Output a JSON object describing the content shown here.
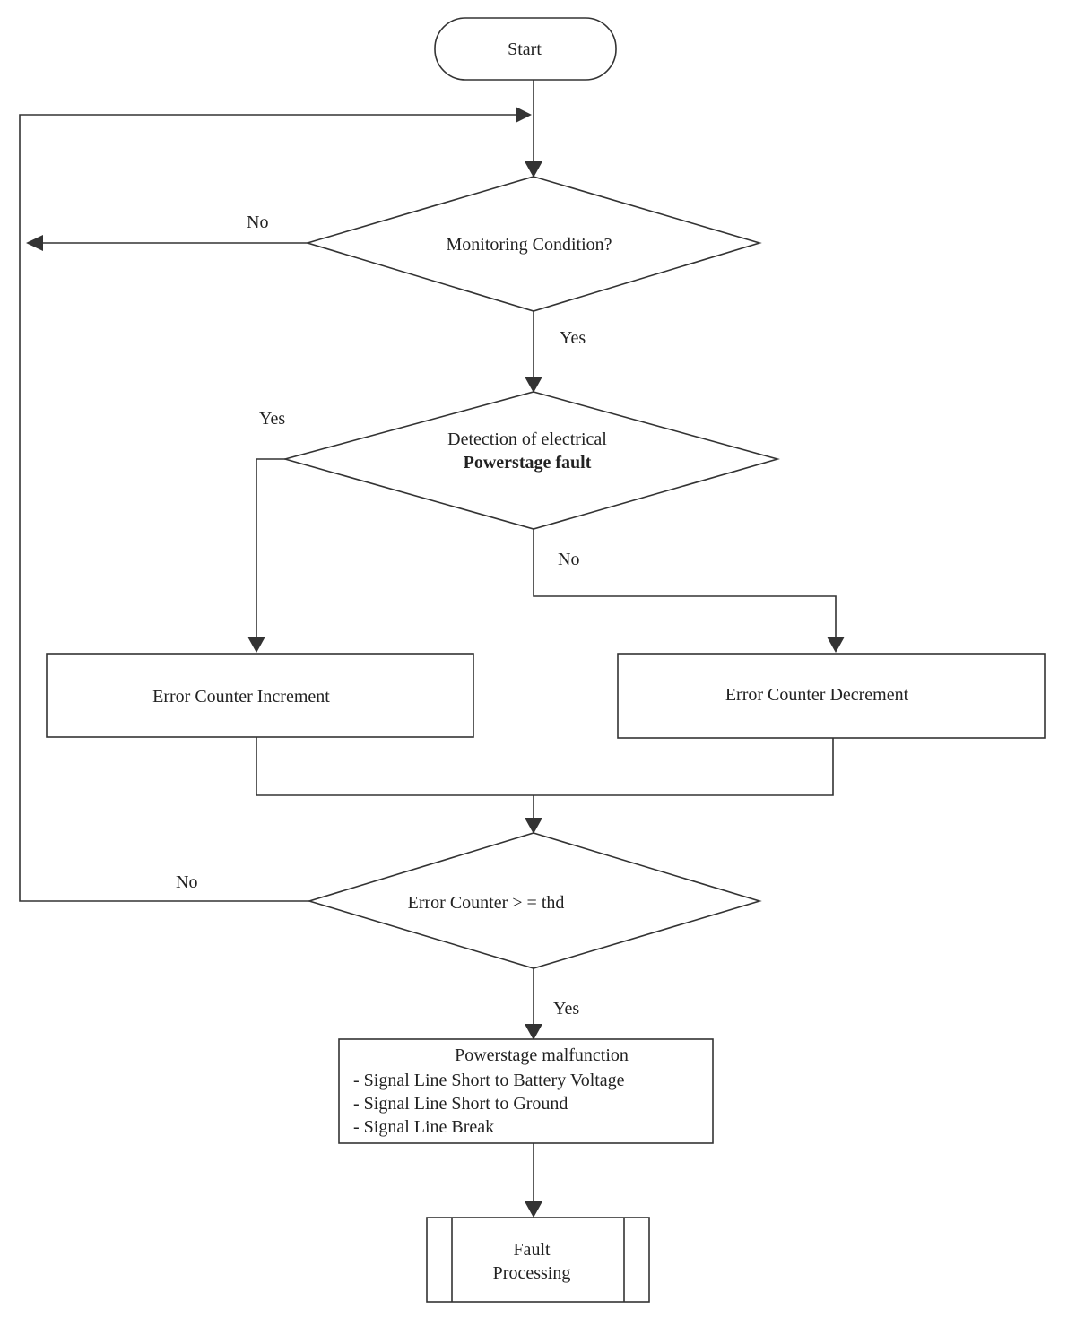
{
  "nodes": {
    "start": "Start",
    "monitoring": "Monitoring Condition?",
    "detection_line1": "Detection of electrical",
    "detection_line2": "Powerstage fault",
    "increment": "Error Counter Increment",
    "decrement": "Error Counter Decrement",
    "threshold": "Error Counter > = thd",
    "malfunction_title": "Powerstage malfunction",
    "malfunction_items": [
      "- Signal Line Short to Battery Voltage",
      "- Signal Line Short to Ground",
      "- Signal Line Break"
    ],
    "fault_line1": "Fault",
    "fault_line2": "Processing"
  },
  "edge_labels": {
    "monitoring_no": "No",
    "monitoring_yes": "Yes",
    "detection_yes": "Yes",
    "detection_no": "No",
    "threshold_no": "No",
    "threshold_yes": "Yes"
  }
}
